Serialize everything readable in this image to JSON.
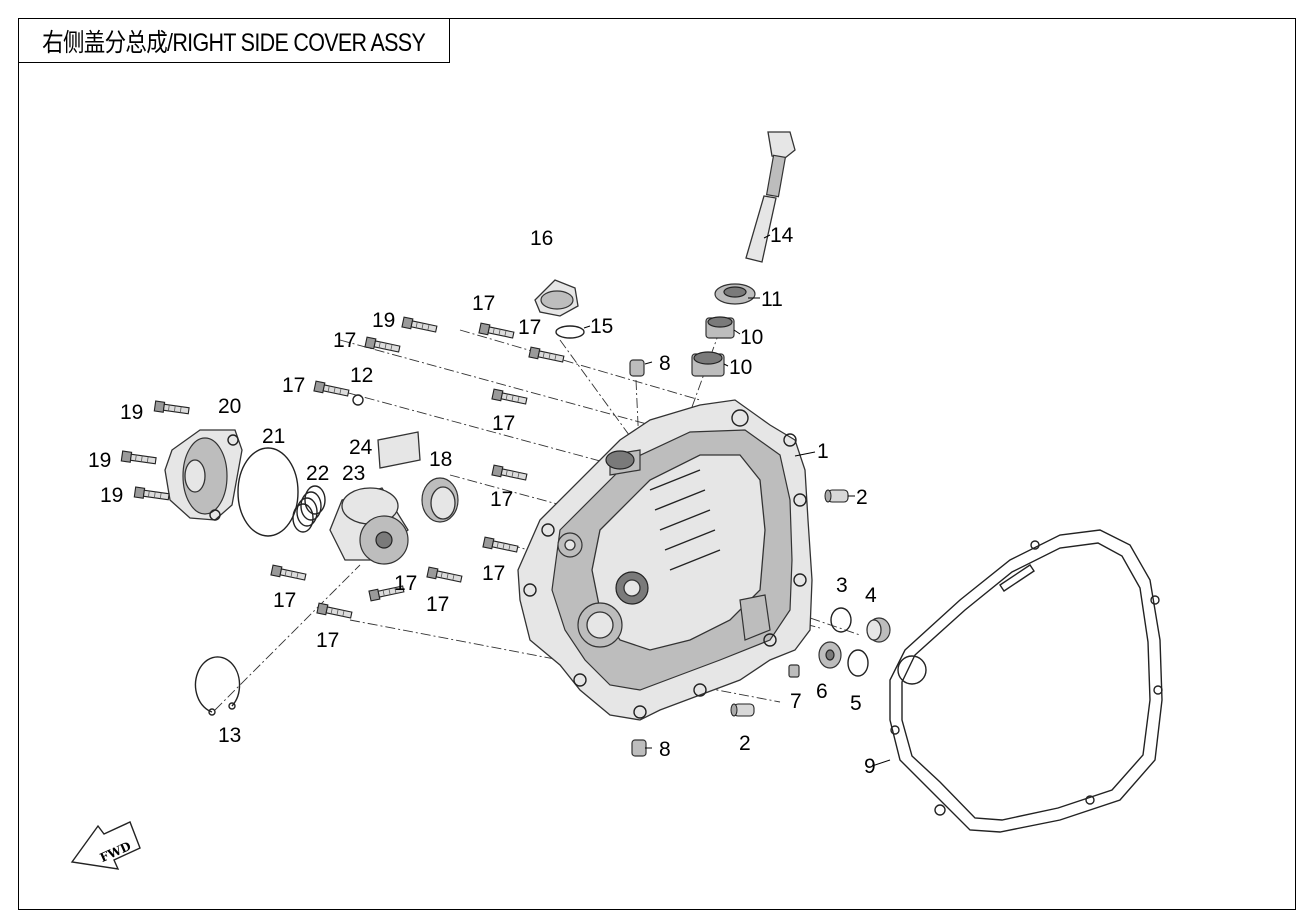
{
  "title": "右侧盖分总成/RIGHT SIDE COVER ASSY",
  "fwd_label": "FWD",
  "callouts": {
    "c1": "1",
    "c2a": "2",
    "c2b": "2",
    "c3": "3",
    "c4": "4",
    "c5": "5",
    "c6": "6",
    "c7": "7",
    "c8a": "8",
    "c8b": "8",
    "c9": "9",
    "c10a": "10",
    "c10b": "10",
    "c11": "11",
    "c12": "12",
    "c13": "13",
    "c14": "14",
    "c15": "15",
    "c16": "16",
    "c17a": "17",
    "c17b": "17",
    "c17c": "17",
    "c17d": "17",
    "c17e": "17",
    "c17f": "17",
    "c17g": "17",
    "c17h": "17",
    "c17i": "17",
    "c17j": "17",
    "c17k": "17",
    "c18": "18",
    "c19a": "19",
    "c19b": "19",
    "c19c": "19",
    "c19d": "19",
    "c20": "20",
    "c21": "21",
    "c22": "22",
    "c23": "23",
    "c24": "24"
  },
  "colors": {
    "line": "#000000",
    "part_light": "#e6e6e6",
    "part_mid": "#bdbdbd",
    "part_dark": "#7a7a7a"
  }
}
